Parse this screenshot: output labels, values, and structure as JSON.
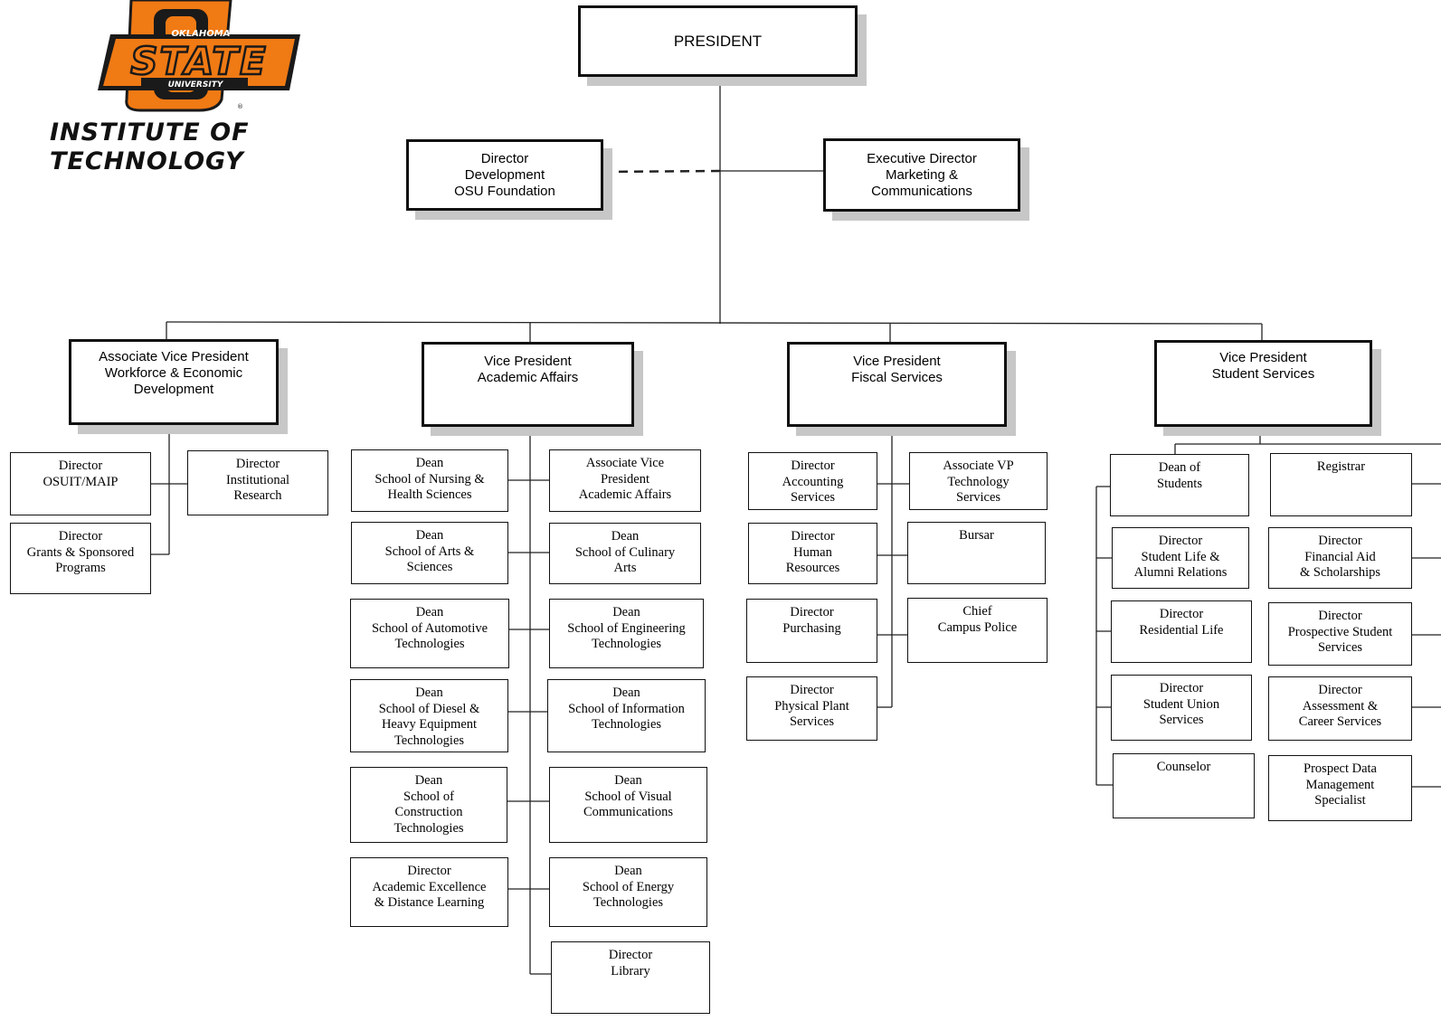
{
  "logo": {
    "top_text": "OKLAHOMA",
    "main_text": "STATE",
    "bottom_text": "UNIVERSITY",
    "trademark": "®",
    "colors": {
      "orange": "#F07A14",
      "black": "#1a1a1a",
      "white": "#ffffff"
    }
  },
  "institute": {
    "line1": "INSTITUTE OF",
    "line2": "TECHNOLOGY"
  },
  "colors": {
    "line": "#222222",
    "shadow": "#c7c7c7",
    "border": "#111111"
  },
  "president": {
    "lines": [
      "PRESIDENT"
    ]
  },
  "director_development": {
    "lines": [
      "Director",
      "Development",
      "OSU Foundation"
    ]
  },
  "exec_director_marketing": {
    "lines": [
      "Executive Director",
      "Marketing &",
      "Communications"
    ]
  },
  "vp_workforce": {
    "lines": [
      "Associate Vice President",
      "Workforce & Economic",
      "Development"
    ]
  },
  "vp_academic": {
    "lines": [
      "Vice President",
      "Academic Affairs"
    ]
  },
  "vp_fiscal": {
    "lines": [
      "Vice President",
      "Fiscal Services"
    ]
  },
  "vp_student": {
    "lines": [
      "Vice President",
      "Student Services"
    ]
  },
  "workforce_units": [
    {
      "lines": [
        "Director",
        "OSUIT/MAIP"
      ]
    },
    {
      "lines": [
        "Director",
        "Institutional",
        "Research"
      ]
    },
    {
      "lines": [
        "Director",
        "Grants & Sponsored",
        "Programs"
      ]
    }
  ],
  "academic_units_left": [
    {
      "lines": [
        "Dean",
        "School of Nursing &",
        "Health Sciences"
      ]
    },
    {
      "lines": [
        "Dean",
        "School of Arts &",
        "Sciences"
      ]
    },
    {
      "lines": [
        "Dean",
        "School of Automotive",
        "Technologies"
      ]
    },
    {
      "lines": [
        "Dean",
        "School of Diesel &",
        "Heavy Equipment",
        "Technologies"
      ]
    },
    {
      "lines": [
        "Dean",
        "School of",
        "Construction",
        "Technologies"
      ]
    },
    {
      "lines": [
        "Director",
        "Academic Excellence",
        "& Distance Learning"
      ]
    }
  ],
  "academic_units_right": [
    {
      "lines": [
        "Associate Vice",
        "President",
        "Academic Affairs"
      ]
    },
    {
      "lines": [
        "Dean",
        "School of Culinary",
        "Arts"
      ]
    },
    {
      "lines": [
        "Dean",
        "School of Engineering",
        "Technologies"
      ]
    },
    {
      "lines": [
        "Dean",
        "School of Information",
        "Technologies"
      ]
    },
    {
      "lines": [
        "Dean",
        "School of Visual",
        "Communications"
      ]
    },
    {
      "lines": [
        "Dean",
        "School of Energy",
        "Technologies"
      ]
    },
    {
      "lines": [
        "Director",
        "Library"
      ]
    }
  ],
  "fiscal_units_left": [
    {
      "lines": [
        "Director",
        "Accounting",
        "Services"
      ]
    },
    {
      "lines": [
        "Director",
        "Human",
        "Resources"
      ]
    },
    {
      "lines": [
        "Director",
        "Purchasing"
      ]
    },
    {
      "lines": [
        "Director",
        "Physical Plant",
        "Services"
      ]
    }
  ],
  "fiscal_units_right": [
    {
      "lines": [
        "Associate VP",
        "Technology",
        "Services"
      ]
    },
    {
      "lines": [
        "Bursar"
      ]
    },
    {
      "lines": [
        "Chief",
        "Campus Police"
      ]
    }
  ],
  "student_units_left": [
    {
      "lines": [
        "Dean of",
        "Students"
      ]
    },
    {
      "lines": [
        "Director",
        "Student Life &",
        "Alumni Relations"
      ]
    },
    {
      "lines": [
        "Director",
        "Residential Life"
      ]
    },
    {
      "lines": [
        "Director",
        "Student Union",
        "Services"
      ]
    },
    {
      "lines": [
        "Counselor"
      ]
    }
  ],
  "student_units_right": [
    {
      "lines": [
        "Registrar"
      ]
    },
    {
      "lines": [
        "Director",
        "Financial Aid",
        "& Scholarships"
      ]
    },
    {
      "lines": [
        "Director",
        "Prospective Student",
        "Services"
      ]
    },
    {
      "lines": [
        "Director",
        "Assessment &",
        "Career Services"
      ]
    },
    {
      "lines": [
        "Prospect Data",
        "Management",
        "Specialist"
      ]
    }
  ]
}
